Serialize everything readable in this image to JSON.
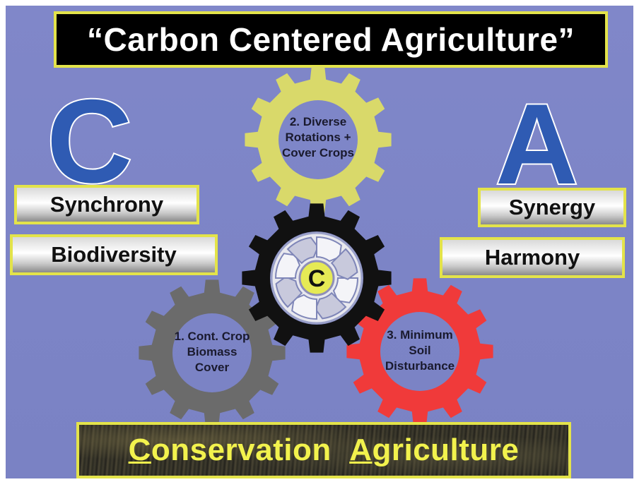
{
  "title": "“Carbon Centered Agriculture”",
  "big_letters": {
    "left": "C",
    "right": "A"
  },
  "labels": {
    "synchrony": "Synchrony",
    "biodiversity": "Biodiversity",
    "synergy": "Synergy",
    "harmony": "Harmony"
  },
  "gears": {
    "top": {
      "lines": [
        "2. Diverse",
        "Rotations  +",
        "Cover Crops"
      ],
      "color": "#d9d96a"
    },
    "center": {
      "letter": "C",
      "color": "#111111"
    },
    "left": {
      "lines": [
        "1. Cont. Crop",
        "Biomass",
        "Cover"
      ],
      "color": "#6b6b6b"
    },
    "right": {
      "lines": [
        "3. Minimum",
        "Soil",
        "Disturbance"
      ],
      "color": "#f03a3a"
    }
  },
  "footer": {
    "first_initial": "C",
    "first_rest": "onservation",
    "second_initial": "A",
    "second_rest": "griculture"
  },
  "colors": {
    "background": "#7c84c6",
    "frame": "#e3e34a",
    "letter_blue": "#2f5bb3",
    "center_yellow": "#e6ea55"
  }
}
